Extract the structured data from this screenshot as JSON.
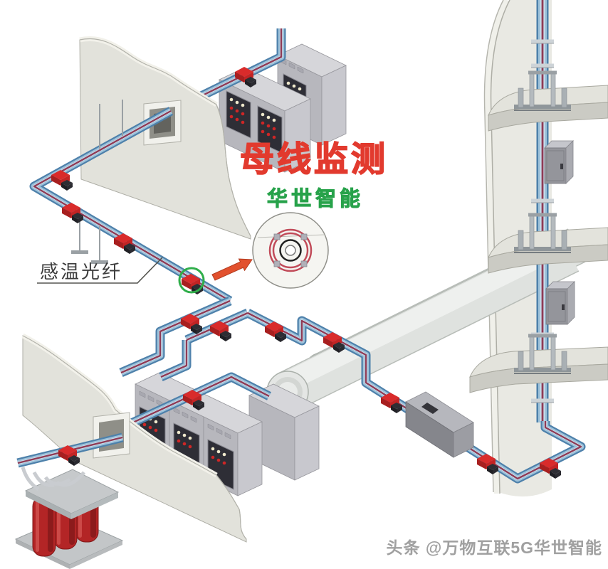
{
  "annotations": {
    "title": "母线监测",
    "subtitle": "华世智能",
    "fiber_label": "感温光纤",
    "watermark": "头条 @万物互联5G华世智能"
  },
  "colors": {
    "title_red": "#e23a2e",
    "subtitle_green": "#27a24a",
    "label_gray": "#3c3c3c",
    "watermark_gray": "#a0a0a0",
    "busway_blue": "#4e81ab",
    "busway_light": "#9ec2da",
    "fiber_stripe": "#8e3b56",
    "tap_red": "#d92b2b",
    "highlight_green": "#2fae4a",
    "arrow_orange": "#e2512e",
    "transformer_red": "#b32526",
    "pipe_gray": "#dfe2df",
    "wall_gray": "#e2e2db",
    "cabinet_gray": "#b7b7bd",
    "panel_dark": "#2e2e36"
  },
  "components": [
    "busway-run-with-sensing-fiber",
    "busway-tap-box",
    "vertical-busway-riser",
    "switchgear-cabinet",
    "distribution-box",
    "floor-slab",
    "wall-opening",
    "transformer",
    "pipes",
    "fiber-cross-section-detail",
    "fiber-highlight-circle"
  ]
}
